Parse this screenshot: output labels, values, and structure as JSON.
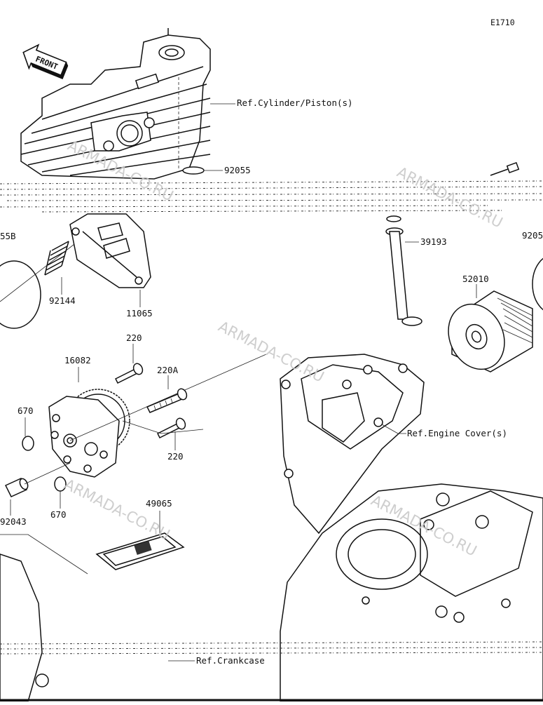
{
  "diagram_code": "E1710",
  "front_label": "FRONT",
  "watermark": "ARMADA-CO.RU",
  "refs": {
    "cylinder": "Ref.Cylinder/Piston(s)",
    "engine_cover": "Ref.Engine Cover(s)",
    "crankcase": "Ref.Crankcase"
  },
  "parts": {
    "p92055": "92055",
    "p39193": "39193",
    "p52010": "52010",
    "p9205_cut": "9205",
    "p55b_cut": "55B",
    "p92144": "92144",
    "p11065": "11065",
    "p16082": "16082",
    "p220_top": "220",
    "p220a": "220A",
    "p220_bottom": "220",
    "p670_top": "670",
    "p670_bottom": "670",
    "p92043_cut": "92043",
    "p49065": "49065"
  }
}
